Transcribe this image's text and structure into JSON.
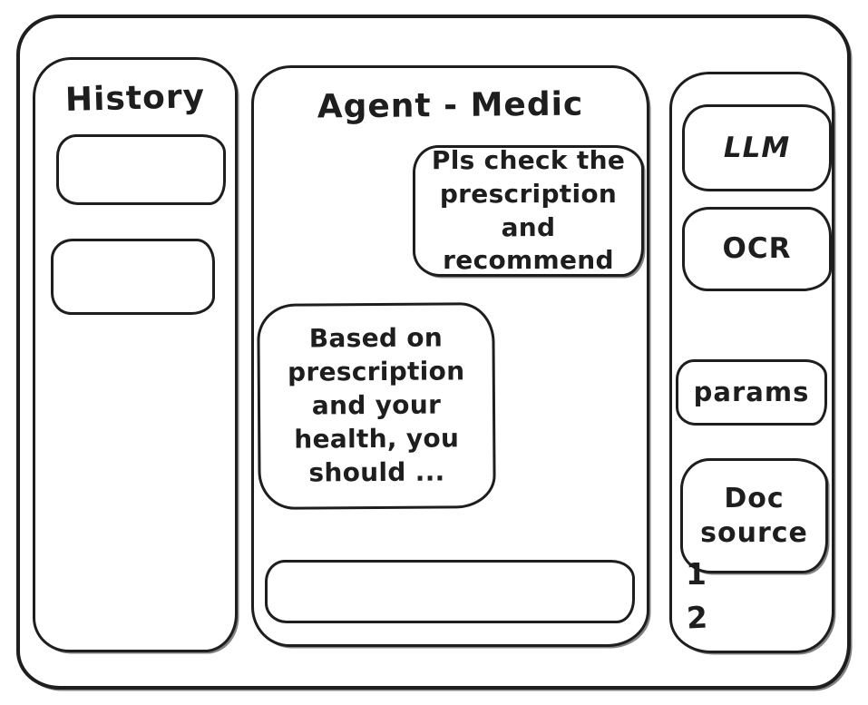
{
  "window": {
    "background": "#ffffff",
    "stroke_color": "#1e1e1e"
  },
  "sidebar": {
    "title": "History",
    "items": [
      {
        "label": ""
      },
      {
        "label": ""
      }
    ]
  },
  "chat": {
    "title": "Agent - Medic",
    "messages": [
      {
        "role": "user",
        "text": "Pls check the prescription and recommend"
      },
      {
        "role": "assistant",
        "text": "Based on prescription and your health, you should ..."
      }
    ],
    "input": {
      "value": "",
      "placeholder": ""
    }
  },
  "tools_panel": {
    "buttons": [
      {
        "label": "LLM"
      },
      {
        "label": "OCR"
      },
      {
        "label": "params"
      },
      {
        "label": "Doc source"
      }
    ],
    "doc_source_items": [
      "1",
      "2"
    ]
  }
}
